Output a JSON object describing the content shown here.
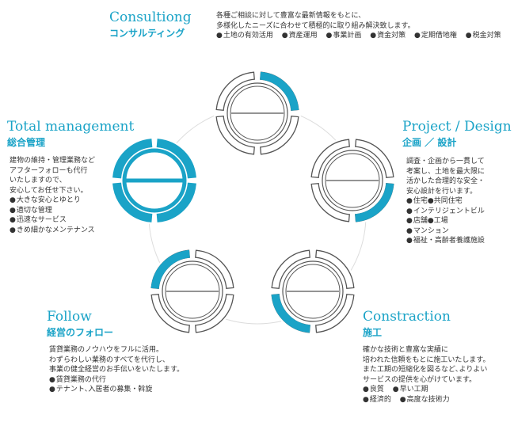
{
  "theme": {
    "accent": "#1aa3c7",
    "ring": "#555555",
    "connector": "#dddddd"
  },
  "sections": {
    "consulting": {
      "title_en": "Consultiong",
      "title_jp": "コンサルティング",
      "desc": "各種ご相談に対して豊富な最新情報をもとに、\n多様化したニーズに合わせて積極的に取り組み解決致します。",
      "items": [
        "土地の有効活用",
        "資産運用",
        "事業計画",
        "資金対策",
        "定期借地権",
        "税金対策"
      ]
    },
    "project": {
      "title_en": "Project / Design",
      "title_jp": "企画 ／ 設計",
      "desc": "調査・企画から一貫して\n考案し、土地を最大限に\n活かした合理的な安全・\n安心設計を行います。",
      "items": [
        "住宅●共同住宅",
        "インテリジェントビル",
        "店舗●工場",
        "マンション",
        "福祉・高齢者養護施設"
      ]
    },
    "construction": {
      "title_en": "Constraction",
      "title_jp": "施工",
      "desc": "確かな技術と豊富な実績に\n培われた信頼をもとに施工いたします。\nまた工期の短縮化を図るなど､よりよい\nサービスの提供を心がけています。",
      "items_row1": [
        "良質",
        "早い工期"
      ],
      "items_row2": [
        "経済的",
        "高度な技術力"
      ]
    },
    "follow": {
      "title_en": "Follow",
      "title_jp": "経営のフォロー",
      "desc": "賃貸業務のノウハウをフルに活用。\nわずらわしい業務のすべてを代行し、\n事業の健全経営のお手伝いをいたします。",
      "items": [
        "賃貸業務の代行",
        "テナント､入居者の募集・斡旋"
      ]
    },
    "management": {
      "title_en": "Total management",
      "title_jp": "総合管理",
      "desc": "建物の維持・管理業務など\nアフターフォローも代行\nいたしますので、\n安心してお任せ下さい。",
      "items": [
        "大きな安心とゆとり",
        "適切な管理",
        "迅速なサービス",
        "きめ細かなメンテナンス"
      ]
    }
  }
}
